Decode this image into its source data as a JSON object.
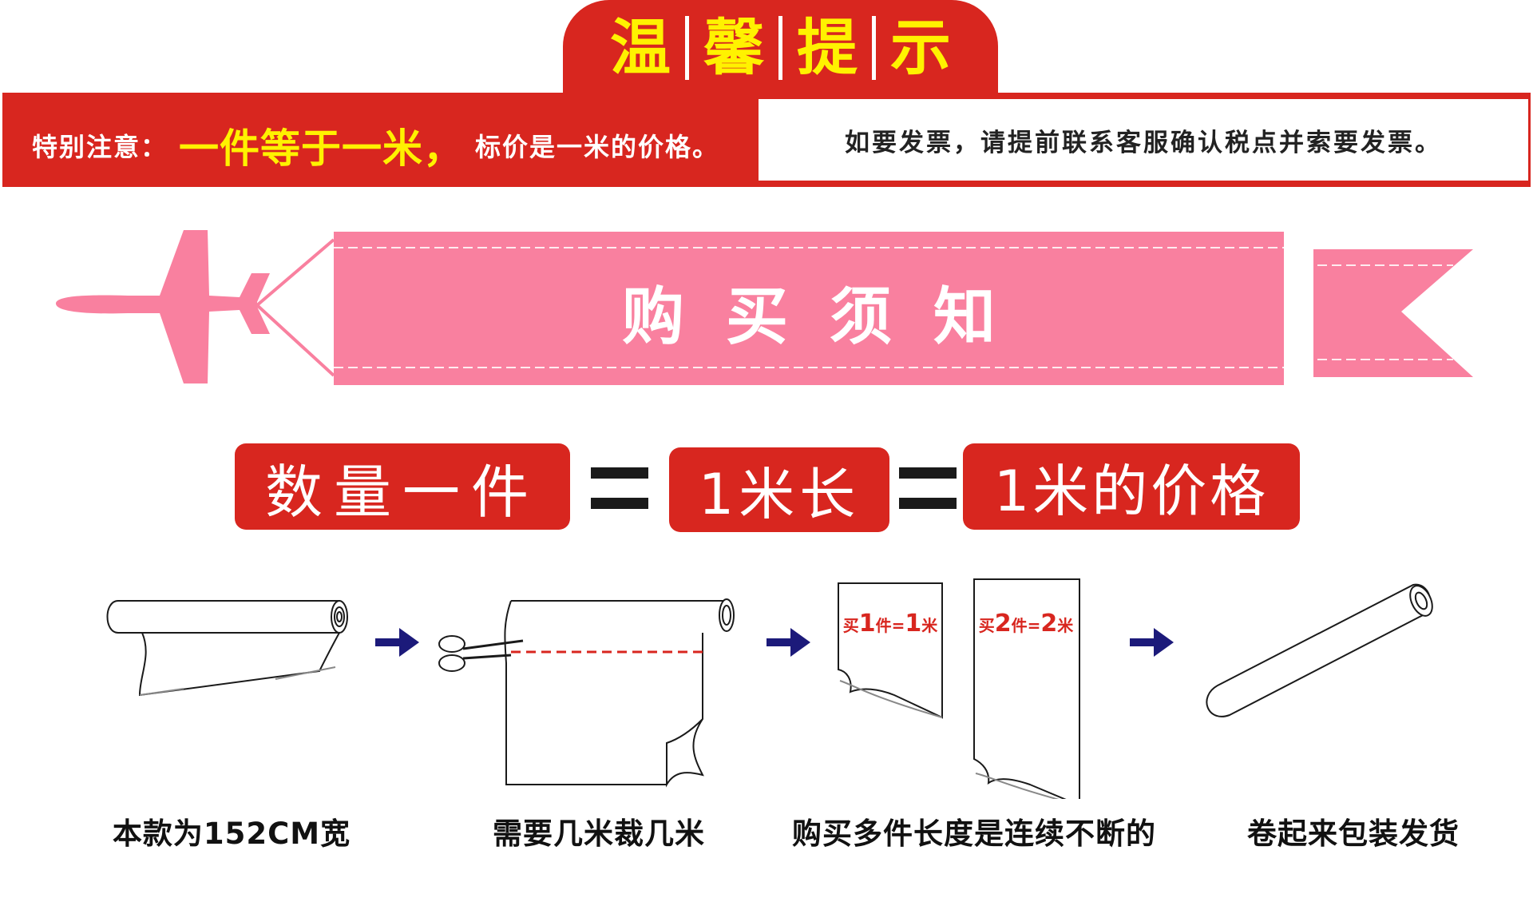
{
  "header": {
    "title_chars": [
      "温",
      "馨",
      "提",
      "示"
    ],
    "notice_label": "特别注意：",
    "notice_highlight": "一件等于一米，",
    "notice_rest": "标价是一米的价格。",
    "invoice_text": "如要发票，请提前联系客服确认税点并索要发票。"
  },
  "ribbon": {
    "title": "购买须知"
  },
  "equation": {
    "part1": "数量一件",
    "part2": "1米长",
    "part3": "1米的价格"
  },
  "steps": [
    {
      "caption": "本款为152CM宽",
      "icon": "roll-unrolled-icon"
    },
    {
      "caption": "需要几米裁几米",
      "icon": "cut-sheet-icon"
    },
    {
      "caption": "购买多件长度是连续不断的",
      "icon": "sheets-icon"
    },
    {
      "caption": "卷起来包装发货",
      "icon": "rolled-up-icon"
    }
  ],
  "sheet_notes": [
    {
      "buy": "买",
      "qty": "1",
      "unit": "件=",
      "len": "1",
      "meter": "米"
    },
    {
      "buy": "买",
      "qty": "2",
      "unit": "件=",
      "len": "2",
      "meter": "米"
    }
  ],
  "colors": {
    "red": "#d8261f",
    "yellow": "#fff200",
    "pink": "#f9809f",
    "arrow_navy": "#1c1a7a"
  }
}
